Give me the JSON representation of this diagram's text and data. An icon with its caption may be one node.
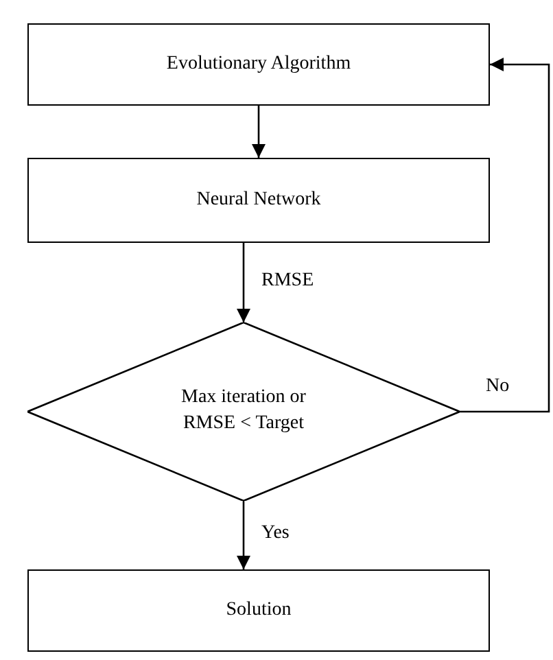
{
  "diagram": {
    "nodes": [
      {
        "text": [
          "Evolutionary Algorithm"
        ]
      },
      {
        "text": [
          "Neural Network"
        ]
      },
      {
        "text": [
          "Max iteration or RMSE < Target"
        ]
      },
      {
        "text": [
          "Solution"
        ]
      }
    ],
    "edges": [
      {
        "from": 0,
        "to": 1,
        "arrow": "to"
      },
      {
        "from": 1,
        "to": 2,
        "arrow": "to",
        "label": "RMSE"
      },
      {
        "from": 2,
        "to": 3,
        "arrow": "to",
        "label": "Yes"
      },
      {
        "from": 2,
        "to": 0,
        "arrow": "to",
        "label": "No"
      }
    ]
  }
}
